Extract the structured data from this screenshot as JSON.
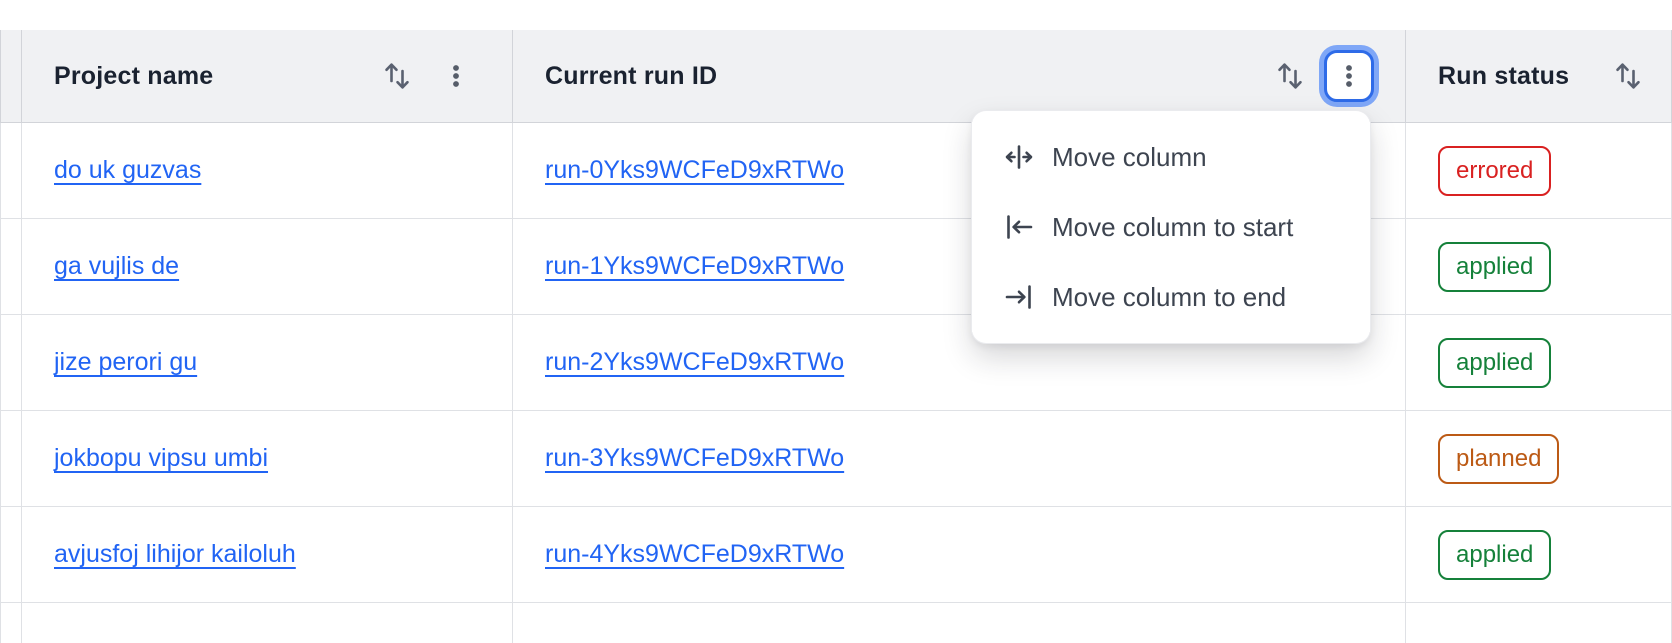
{
  "table": {
    "columns": [
      {
        "label": "Project name"
      },
      {
        "label": "Current run ID"
      },
      {
        "label": "Run status"
      }
    ],
    "rows": [
      {
        "project": "do uk guzvas",
        "run_id": "run-0Yks9WCFeD9xRTWo",
        "status": "errored"
      },
      {
        "project": "ga vujlis de",
        "run_id": "run-1Yks9WCFeD9xRTWo",
        "status": "applied"
      },
      {
        "project": "jize perori gu",
        "run_id": "run-2Yks9WCFeD9xRTWo",
        "status": "applied"
      },
      {
        "project": "jokbopu vipsu umbi",
        "run_id": "run-3Yks9WCFeD9xRTWo",
        "status": "planned"
      },
      {
        "project": "avjusfoj lihijor kailoluh",
        "run_id": "run-4Yks9WCFeD9xRTWo",
        "status": "applied"
      }
    ]
  },
  "menu": {
    "items": [
      {
        "icon": "move-column-icon",
        "label": "Move column"
      },
      {
        "icon": "move-column-start-icon",
        "label": "Move column to start"
      },
      {
        "icon": "move-column-end-icon",
        "label": "Move column to end"
      }
    ]
  },
  "icons": {
    "sort": "sort-arrows-icon",
    "kebab": "kebab-menu-icon"
  },
  "colors": {
    "link_blue": "#2164f4",
    "status_errored": "#d92121",
    "status_applied": "#15813a",
    "status_planned": "#bc5a15",
    "header_background": "#f0f1f3",
    "focus_ring_inner": "#2e6be8",
    "focus_ring_outer": "#7fa7f7"
  }
}
